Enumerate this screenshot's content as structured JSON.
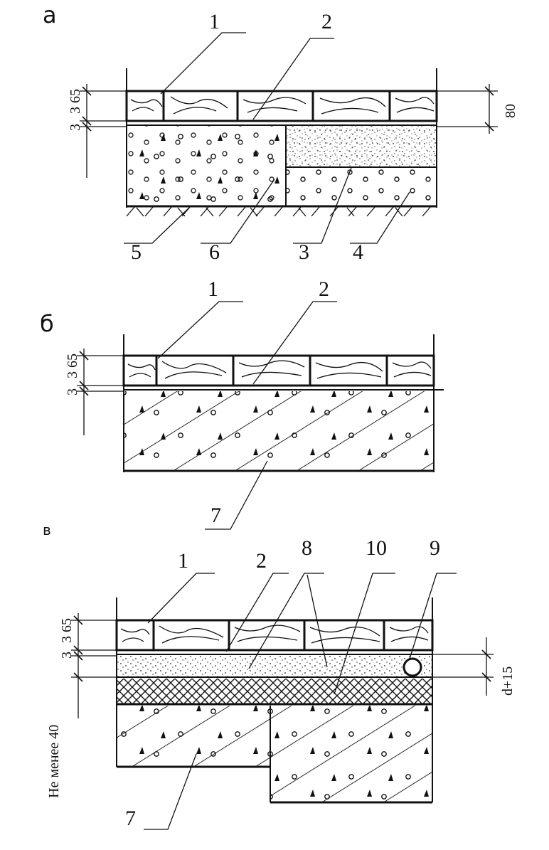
{
  "panels": [
    {
      "id": "a",
      "letter": "а"
    },
    {
      "id": "b",
      "letter": "б"
    },
    {
      "id": "c",
      "letter": "в"
    }
  ],
  "callouts": {
    "a": [
      "1",
      "2",
      "5",
      "6",
      "3",
      "4"
    ],
    "b": [
      "1",
      "2",
      "7"
    ],
    "c": [
      "1",
      "2",
      "8",
      "10",
      "9",
      "7"
    ]
  },
  "dimensions": {
    "a": {
      "top": "3 65",
      "gap": "3",
      "total": "80"
    },
    "b": {
      "top": "3 65",
      "gap": "3"
    },
    "c": {
      "top": "3 65",
      "gap": "3",
      "layer": "d+15",
      "side": "Не менее 40"
    }
  }
}
